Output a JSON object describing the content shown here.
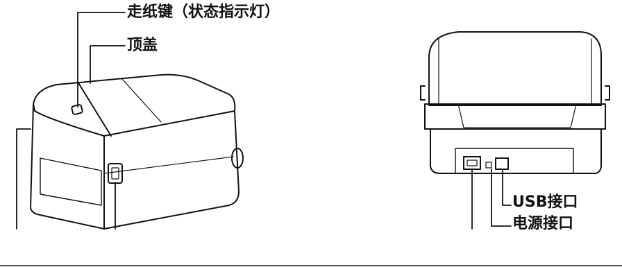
{
  "labels": {
    "feed_button": "走纸键（状态指示灯）",
    "top_cover": "顶盖",
    "usb_port": "USB接口",
    "power_port": "电源接口"
  },
  "colors": {
    "line": "#111111",
    "background": "#ffffff"
  }
}
